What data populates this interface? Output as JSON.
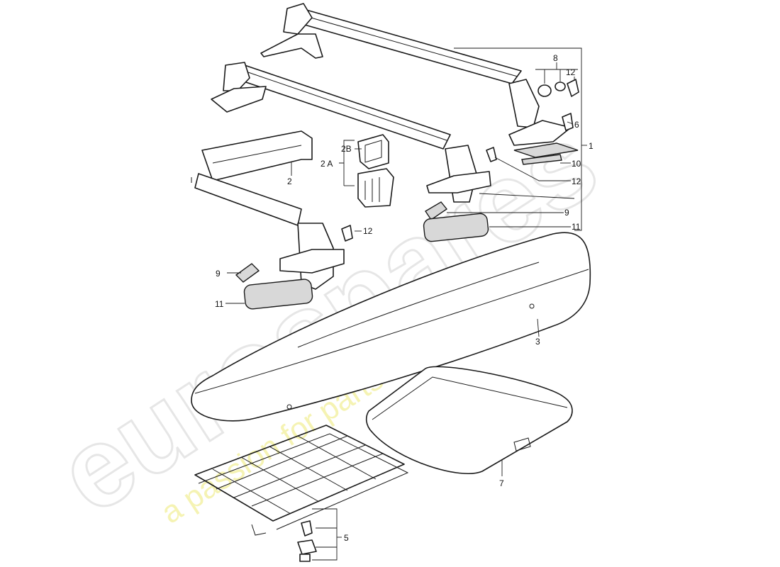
{
  "diagram": {
    "callouts": {
      "c1": "1",
      "c2": "2",
      "c2a": "2 A",
      "c2b": "2B",
      "c3": "3",
      "c5": "5",
      "c6": "6",
      "c7": "7",
      "c8": "8",
      "c9a": "9",
      "c9b": "9",
      "c10": "10",
      "c11a": "11",
      "c11b": "11",
      "c12a": "12",
      "c12b": "12",
      "c12c": "12"
    }
  },
  "watermark": {
    "brand": "eurospares",
    "tagline": "a passion for parts since 1985",
    "brand_color": "#e6e6e6",
    "tagline_color": "#f2ef9a"
  }
}
